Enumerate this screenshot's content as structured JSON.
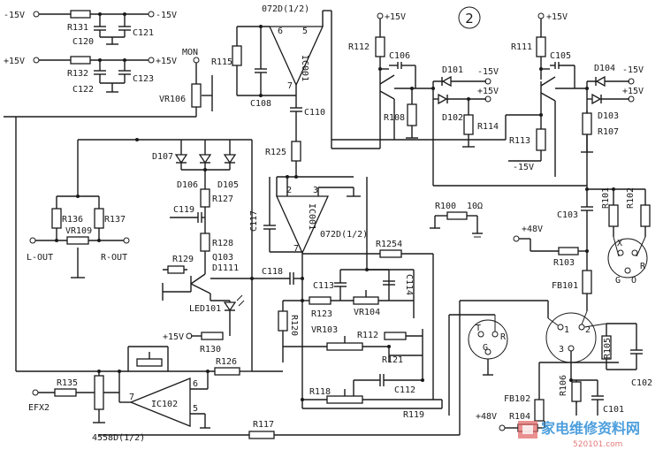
{
  "figure_number": "2",
  "rails": {
    "neg15_left": "-15V",
    "neg15_right": "-15V",
    "pos15_left": "+15V",
    "pos15_right": "+15V",
    "r131": "R131",
    "r132": "R132",
    "c120": "C120",
    "c121": "C121",
    "c122": "C122",
    "c123": "C123"
  },
  "labels": {
    "mon": "MON",
    "vr106": "VR106",
    "r115": "R115",
    "c108": "C108",
    "c110": "C110",
    "ic001_top": "072D(1/2)",
    "ic001_a": "IC001",
    "pin6": "6",
    "pin5": "5",
    "pin7a": "7",
    "r125": "R125",
    "ic001_b": "IC001",
    "pin2": "2",
    "pin3": "3",
    "pin7b": "7",
    "ic001_b_part": "072D(1/2)",
    "c117": "C117",
    "d107": "D107",
    "d106": "D106",
    "d105": "D105",
    "r127": "R127",
    "c119": "C119",
    "r128": "R128",
    "q103": "Q103",
    "d1111": "D1111",
    "r129": "R129",
    "led101": "LED101",
    "plus15_led": "+15V",
    "r130": "R130",
    "r136": "R136",
    "r137": "R137",
    "vr109": "VR109",
    "l_out": "L-OUT",
    "r_out": "R-OUT",
    "c118": "C118",
    "r1254": "R1254",
    "c113": "C113",
    "c114": "C114",
    "r123": "R123",
    "vr104": "VR104",
    "r120": "R120",
    "vr103": "VR103",
    "r112b": "R112",
    "r121": "R121",
    "r118": "R118",
    "c112": "C112",
    "r119": "R119",
    "r126": "R126",
    "r135": "R135",
    "efx2": "EFX2",
    "ic102": "IC102",
    "ic102_part": "4558D(1/2)",
    "pin7c": "7",
    "pin6c": "6",
    "pin5c": "5",
    "r117": "R117",
    "plus15_a": "+15V",
    "r112": "R112",
    "c106": "C106",
    "d101": "D101",
    "d102": "D102",
    "neg15_a": "-15V",
    "plus15_b": "+15V",
    "r108": "R108",
    "r114": "R114",
    "r113": "R113",
    "neg15_b": "-15V",
    "plus15_c": "+15V",
    "r111": "R111",
    "c105": "C105",
    "d104": "D104",
    "d103": "D103",
    "neg15_c": "-15V",
    "plus15_d": "+15V",
    "r107": "R107",
    "r100": "R100",
    "r100_val": "10Ω",
    "c103": "C103",
    "r101": "R101",
    "r102": "R102",
    "plus48_a": "+48V",
    "r103": "R103",
    "fb101": "FB101",
    "xlr_a_x": "X",
    "xlr_a_r": "R",
    "xlr_a_g": "G",
    "xlr_a_o": "O",
    "xlr_b_1": "1",
    "xlr_b_2": "2",
    "xlr_b_3": "3",
    "r105": "R105",
    "c102": "C102",
    "xlr_c_t": "T",
    "xlr_c_r": "R",
    "xlr_c_g": "G",
    "fb102": "FB102",
    "r106": "R106",
    "c101": "C101",
    "plus48_b": "+48V",
    "r104": "R104"
  },
  "watermark": {
    "cn": "家电维修资料网",
    "url": "520101.com"
  }
}
